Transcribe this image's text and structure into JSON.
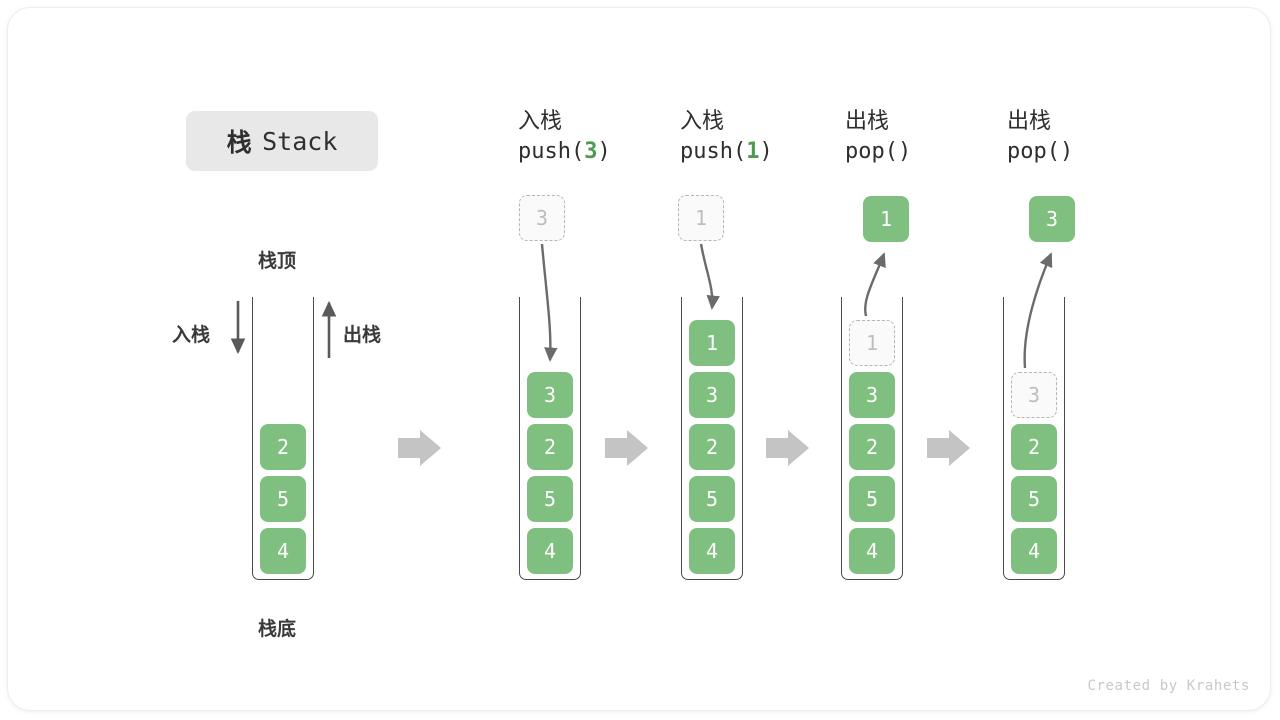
{
  "card": {
    "title_cn": "栈",
    "title_en": "Stack",
    "watermark": "Created by Krahets"
  },
  "legend": {
    "top_label": "栈顶",
    "bottom_label": "栈底",
    "push_label": "入栈",
    "pop_label": "出栈"
  },
  "flow_arrow": "right-block-arrow",
  "columns": [
    {
      "id": "initial",
      "header_line1": "",
      "header_line2": "",
      "header_arg": "",
      "cells": [
        {
          "value": "2",
          "state": "filled"
        },
        {
          "value": "5",
          "state": "filled"
        },
        {
          "value": "4",
          "state": "filled"
        }
      ],
      "floating": null,
      "ghost_above": null
    },
    {
      "id": "push-3",
      "header_line1": "入栈",
      "header_line2_prefix": "push(",
      "header_arg": "3",
      "header_line2_suffix": ")",
      "cells": [
        {
          "value": "3",
          "state": "filled"
        },
        {
          "value": "2",
          "state": "filled"
        },
        {
          "value": "5",
          "state": "filled"
        },
        {
          "value": "4",
          "state": "filled"
        }
      ],
      "ghost_above": {
        "value": "3"
      },
      "arrow_direction": "down-into-stack"
    },
    {
      "id": "push-1",
      "header_line1": "入栈",
      "header_line2_prefix": "push(",
      "header_arg": "1",
      "header_line2_suffix": ")",
      "cells": [
        {
          "value": "1",
          "state": "filled"
        },
        {
          "value": "3",
          "state": "filled"
        },
        {
          "value": "2",
          "state": "filled"
        },
        {
          "value": "5",
          "state": "filled"
        },
        {
          "value": "4",
          "state": "filled"
        }
      ],
      "ghost_above": {
        "value": "1"
      },
      "arrow_direction": "down-into-stack"
    },
    {
      "id": "pop-1",
      "header_line1": "出栈",
      "header_line2_prefix": "pop(",
      "header_arg": "",
      "header_line2_suffix": ")",
      "cells": [
        {
          "value": "1",
          "state": "ghost"
        },
        {
          "value": "3",
          "state": "filled"
        },
        {
          "value": "2",
          "state": "filled"
        },
        {
          "value": "5",
          "state": "filled"
        },
        {
          "value": "4",
          "state": "filled"
        }
      ],
      "popped": {
        "value": "1"
      },
      "arrow_direction": "up-out-of-stack"
    },
    {
      "id": "pop-2",
      "header_line1": "出栈",
      "header_line2_prefix": "pop(",
      "header_arg": "",
      "header_line2_suffix": ")",
      "cells": [
        {
          "value": "3",
          "state": "ghost"
        },
        {
          "value": "2",
          "state": "filled"
        },
        {
          "value": "5",
          "state": "filled"
        },
        {
          "value": "4",
          "state": "filled"
        }
      ],
      "popped": {
        "value": "3"
      },
      "arrow_direction": "up-out-of-stack"
    }
  ],
  "colors": {
    "cell_green": "#7fc081",
    "arg_green": "#4e9a51",
    "chip_gray": "#e8e8e8",
    "arrow_gray": "#c4c4c4",
    "stroke_gray": "#6b6b6b",
    "ghost_border": "#b5b5b5"
  }
}
